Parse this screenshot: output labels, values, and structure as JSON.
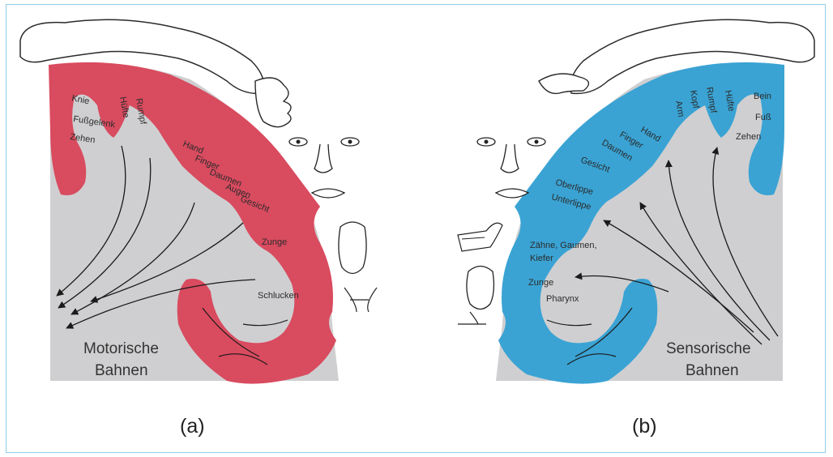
{
  "colors": {
    "motor": "#d94b5f",
    "sensory": "#3aa3d4",
    "grey": "#cfcfd1",
    "ink": "#1a1a1a",
    "frame": "#8ecfe8"
  },
  "panel_a": {
    "caption": "(a)",
    "title_line1": "Motorische",
    "title_line2": "Bahnen",
    "labels": {
      "knie": "Knie",
      "huefte": "Hüfte",
      "rumpf": "Rumpf",
      "fussgelenk": "Fußgelenk",
      "zehen": "Zehen",
      "hand": "Hand",
      "finger": "Finger",
      "daumen": "Daumen",
      "augen": "Augen",
      "gesicht": "Gesicht",
      "zunge": "Zunge",
      "schlucken": "Schlucken"
    }
  },
  "panel_b": {
    "caption": "(b)",
    "title_line1": "Sensorische",
    "title_line2": "Bahnen",
    "labels": {
      "bein": "Bein",
      "huefte": "Hüfte",
      "rumpf": "Rumpf",
      "kopf": "Kopf",
      "arm": "Arm",
      "fuss": "Fuß",
      "zehen": "Zehen",
      "hand": "Hand",
      "finger": "Finger",
      "daumen": "Daumen",
      "gesicht": "Gesicht",
      "oberlippe": "Oberlippe",
      "unterlippe": "Unterlippe",
      "zaehne": "Zähne, Gaumen,",
      "kiefer": "Kiefer",
      "zunge": "Zunge",
      "pharynx": "Pharynx"
    }
  }
}
